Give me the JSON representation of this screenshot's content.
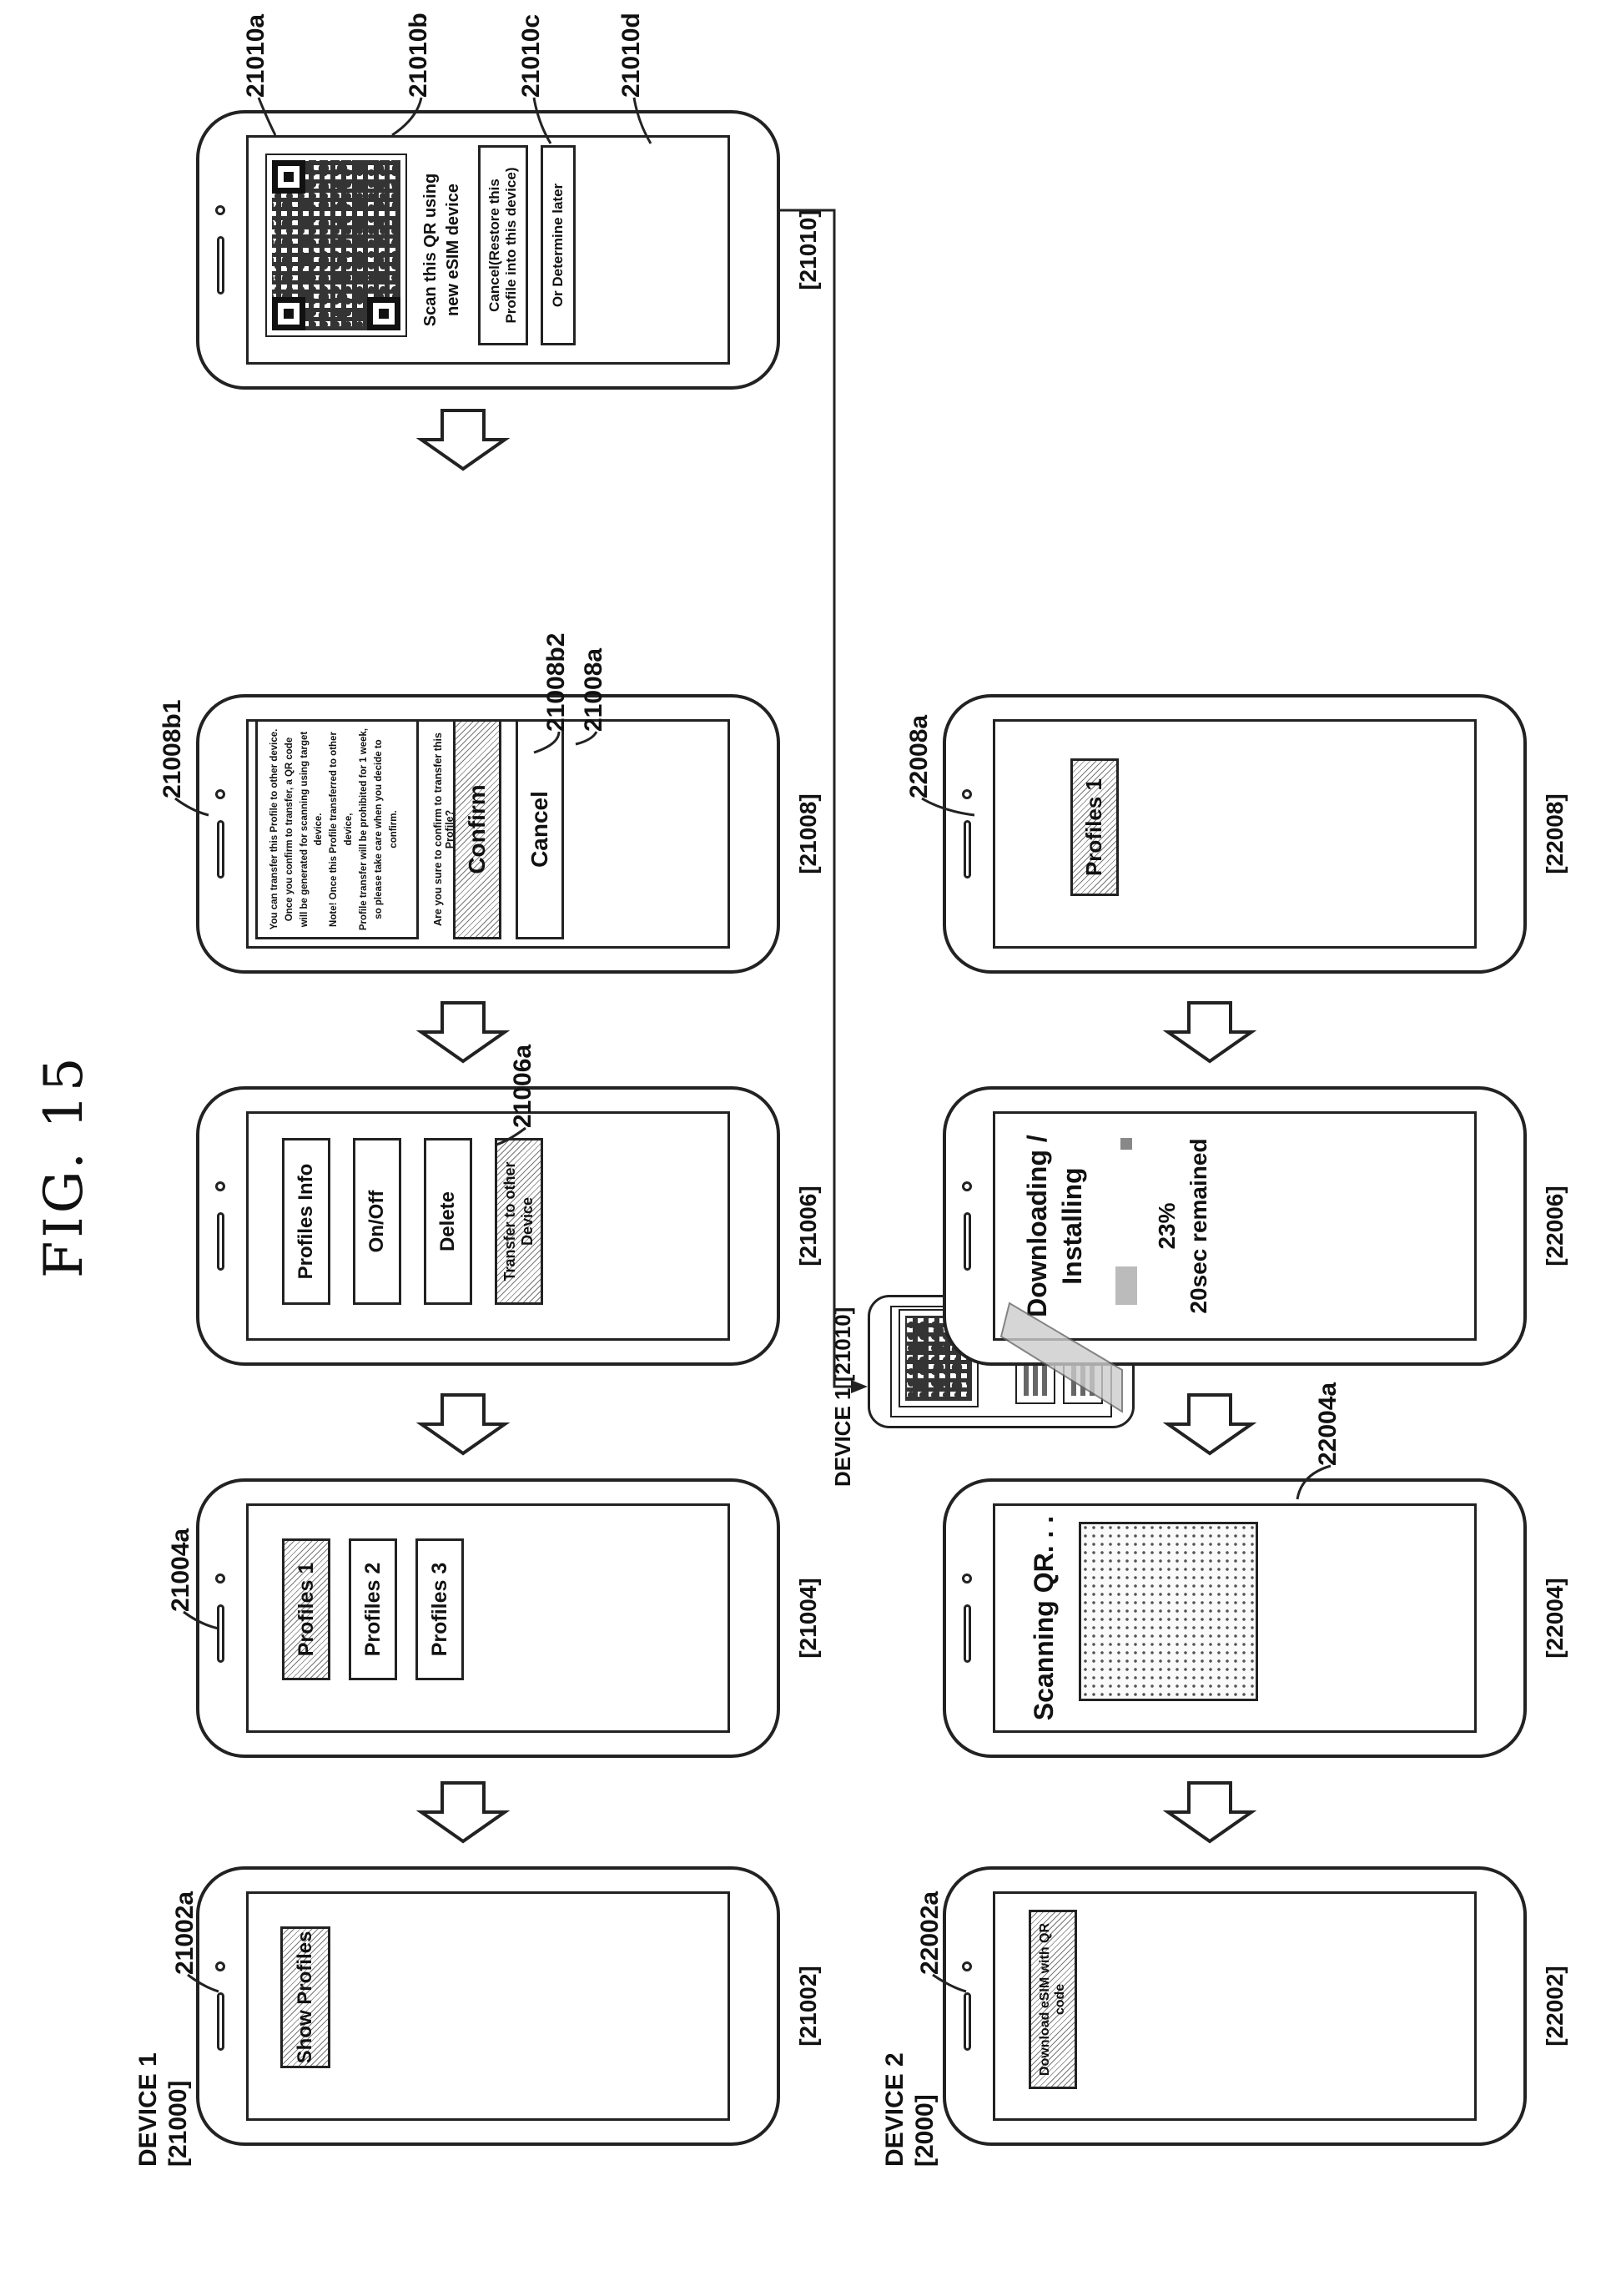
{
  "figure": {
    "title": "FIG. 15"
  },
  "devices": {
    "device1": {
      "name": "DEVICE 1",
      "ref": "[21000]"
    },
    "device2": {
      "name": "DEVICE 2",
      "ref": "[2000]"
    }
  },
  "screens": {
    "s21002": {
      "label": "[21002]",
      "button": "Show Profiles",
      "button_ref": "21002a"
    },
    "s21004": {
      "label": "[21004]",
      "items": [
        "Profiles 1",
        "Profiles 2",
        "Profiles 3"
      ],
      "item_ref": "21004a"
    },
    "s21006": {
      "label": "[21006]",
      "items": [
        "Profiles Info",
        "On/Off",
        "Delete",
        "Transfer to other Device"
      ],
      "item_ref": "21006a"
    },
    "s21008": {
      "label": "[21008]",
      "notice_lines": [
        "You can transfer this Profile to other device.",
        "Once you confirm to transfer, a QR code",
        "will be generated for scanning using target device.",
        "Note! Once this Profile transferred to other device,",
        "Profile transfer will be prohibited for 1 week,",
        "so please take care when you decide to confirm."
      ],
      "question": "Are you sure to confirm to transfer this Profile?",
      "confirm": "Confirm",
      "cancel": "Cancel",
      "refs": {
        "notice": "21008b1",
        "question": "21008b2",
        "confirm": "21008a"
      }
    },
    "s21010": {
      "label": "[21010]",
      "scan_text": [
        "Scan this QR using",
        "new eSIM device"
      ],
      "cancel_restore": [
        "Cancel(Restore this",
        "Profile into this device)"
      ],
      "determine_later": "Or Determine later",
      "refs": {
        "qr": "21010a",
        "text": "21010b",
        "cancel": "21010c",
        "later": "21010d"
      }
    },
    "s22002": {
      "label": "[22002]",
      "button": "Download eSIM with QR code",
      "button_ref": "22002a"
    },
    "s22004": {
      "label": "[22004]",
      "title": "Scanning QR. . .",
      "area_ref": "22004a",
      "inset_label": "DEVICE 1 [21010]"
    },
    "s22006": {
      "label": "[22006]",
      "title": [
        "Downloading /",
        "Installing"
      ],
      "percent": "23%",
      "remaining": "20sec remained",
      "progress": 0.23
    },
    "s22008": {
      "label": "[22008]",
      "item": "Profiles 1",
      "item_ref": "22008a"
    }
  }
}
